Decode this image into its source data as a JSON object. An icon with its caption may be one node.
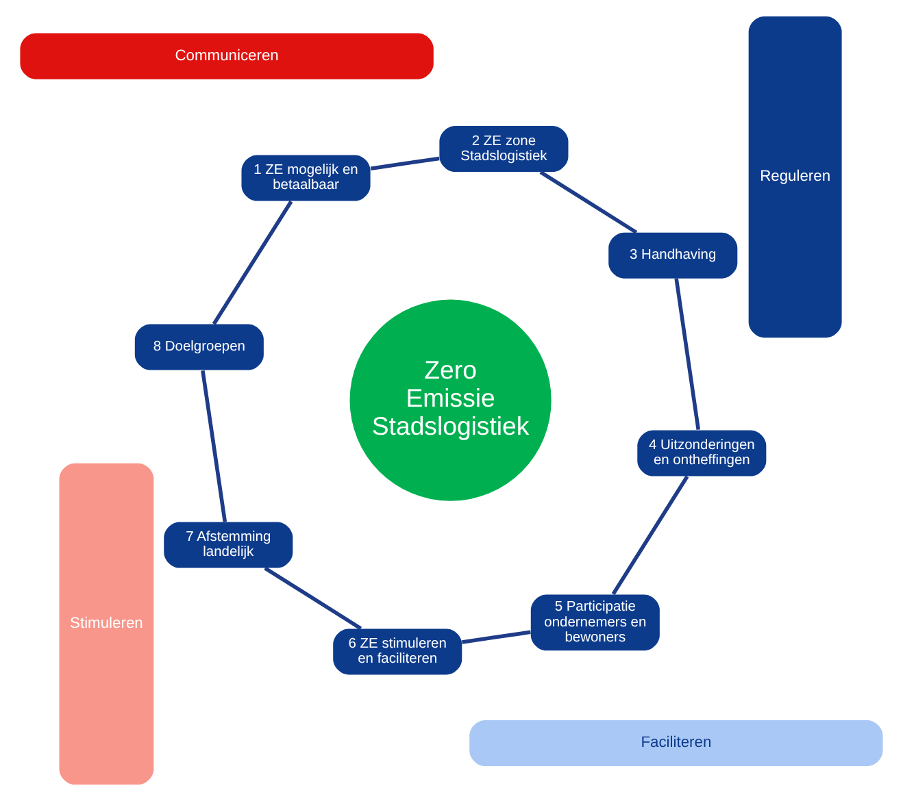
{
  "diagram": {
    "nodes": [
      {
        "text": [
          "Communiceren"
        ]
      },
      {
        "text": [
          "1 ZE mogelijk en betaalbaar"
        ]
      },
      {
        "text": [
          "8 Doelgroepen"
        ]
      },
      {
        "text": [
          "2 ZE zone Stadslogistiek"
        ]
      },
      {
        "text": [
          "Stimuleren"
        ]
      },
      {
        "text": [
          "Zero Emissie Stadslogistiek"
        ]
      },
      {
        "text": [
          "7 Afstemming landelijk"
        ]
      },
      {
        "text": [
          "3 Handhaving"
        ]
      },
      {
        "text": [
          "Reguleren"
        ]
      },
      {
        "text": [
          "6 ZE stimuleren en faciliteren"
        ]
      },
      {
        "text": [
          "4 Uitzonderingen en ontheffingen"
        ]
      },
      {
        "text": [
          "5 Participatie ondernemers en bewoners"
        ]
      },
      {
        "text": [
          "Faciliteren"
        ]
      }
    ],
    "edges": [
      {
        "from": 1,
        "to": 3,
        "arrow": "none"
      },
      {
        "from": 3,
        "to": 7,
        "arrow": "none"
      },
      {
        "from": 7,
        "to": 10,
        "arrow": "none"
      },
      {
        "from": 10,
        "to": 11,
        "arrow": "none"
      },
      {
        "from": 11,
        "to": 9,
        "arrow": "none"
      },
      {
        "from": 9,
        "to": 6,
        "arrow": "none"
      },
      {
        "from": 6,
        "to": 2,
        "arrow": "none"
      },
      {
        "from": 2,
        "to": 1,
        "arrow": "none"
      }
    ]
  }
}
